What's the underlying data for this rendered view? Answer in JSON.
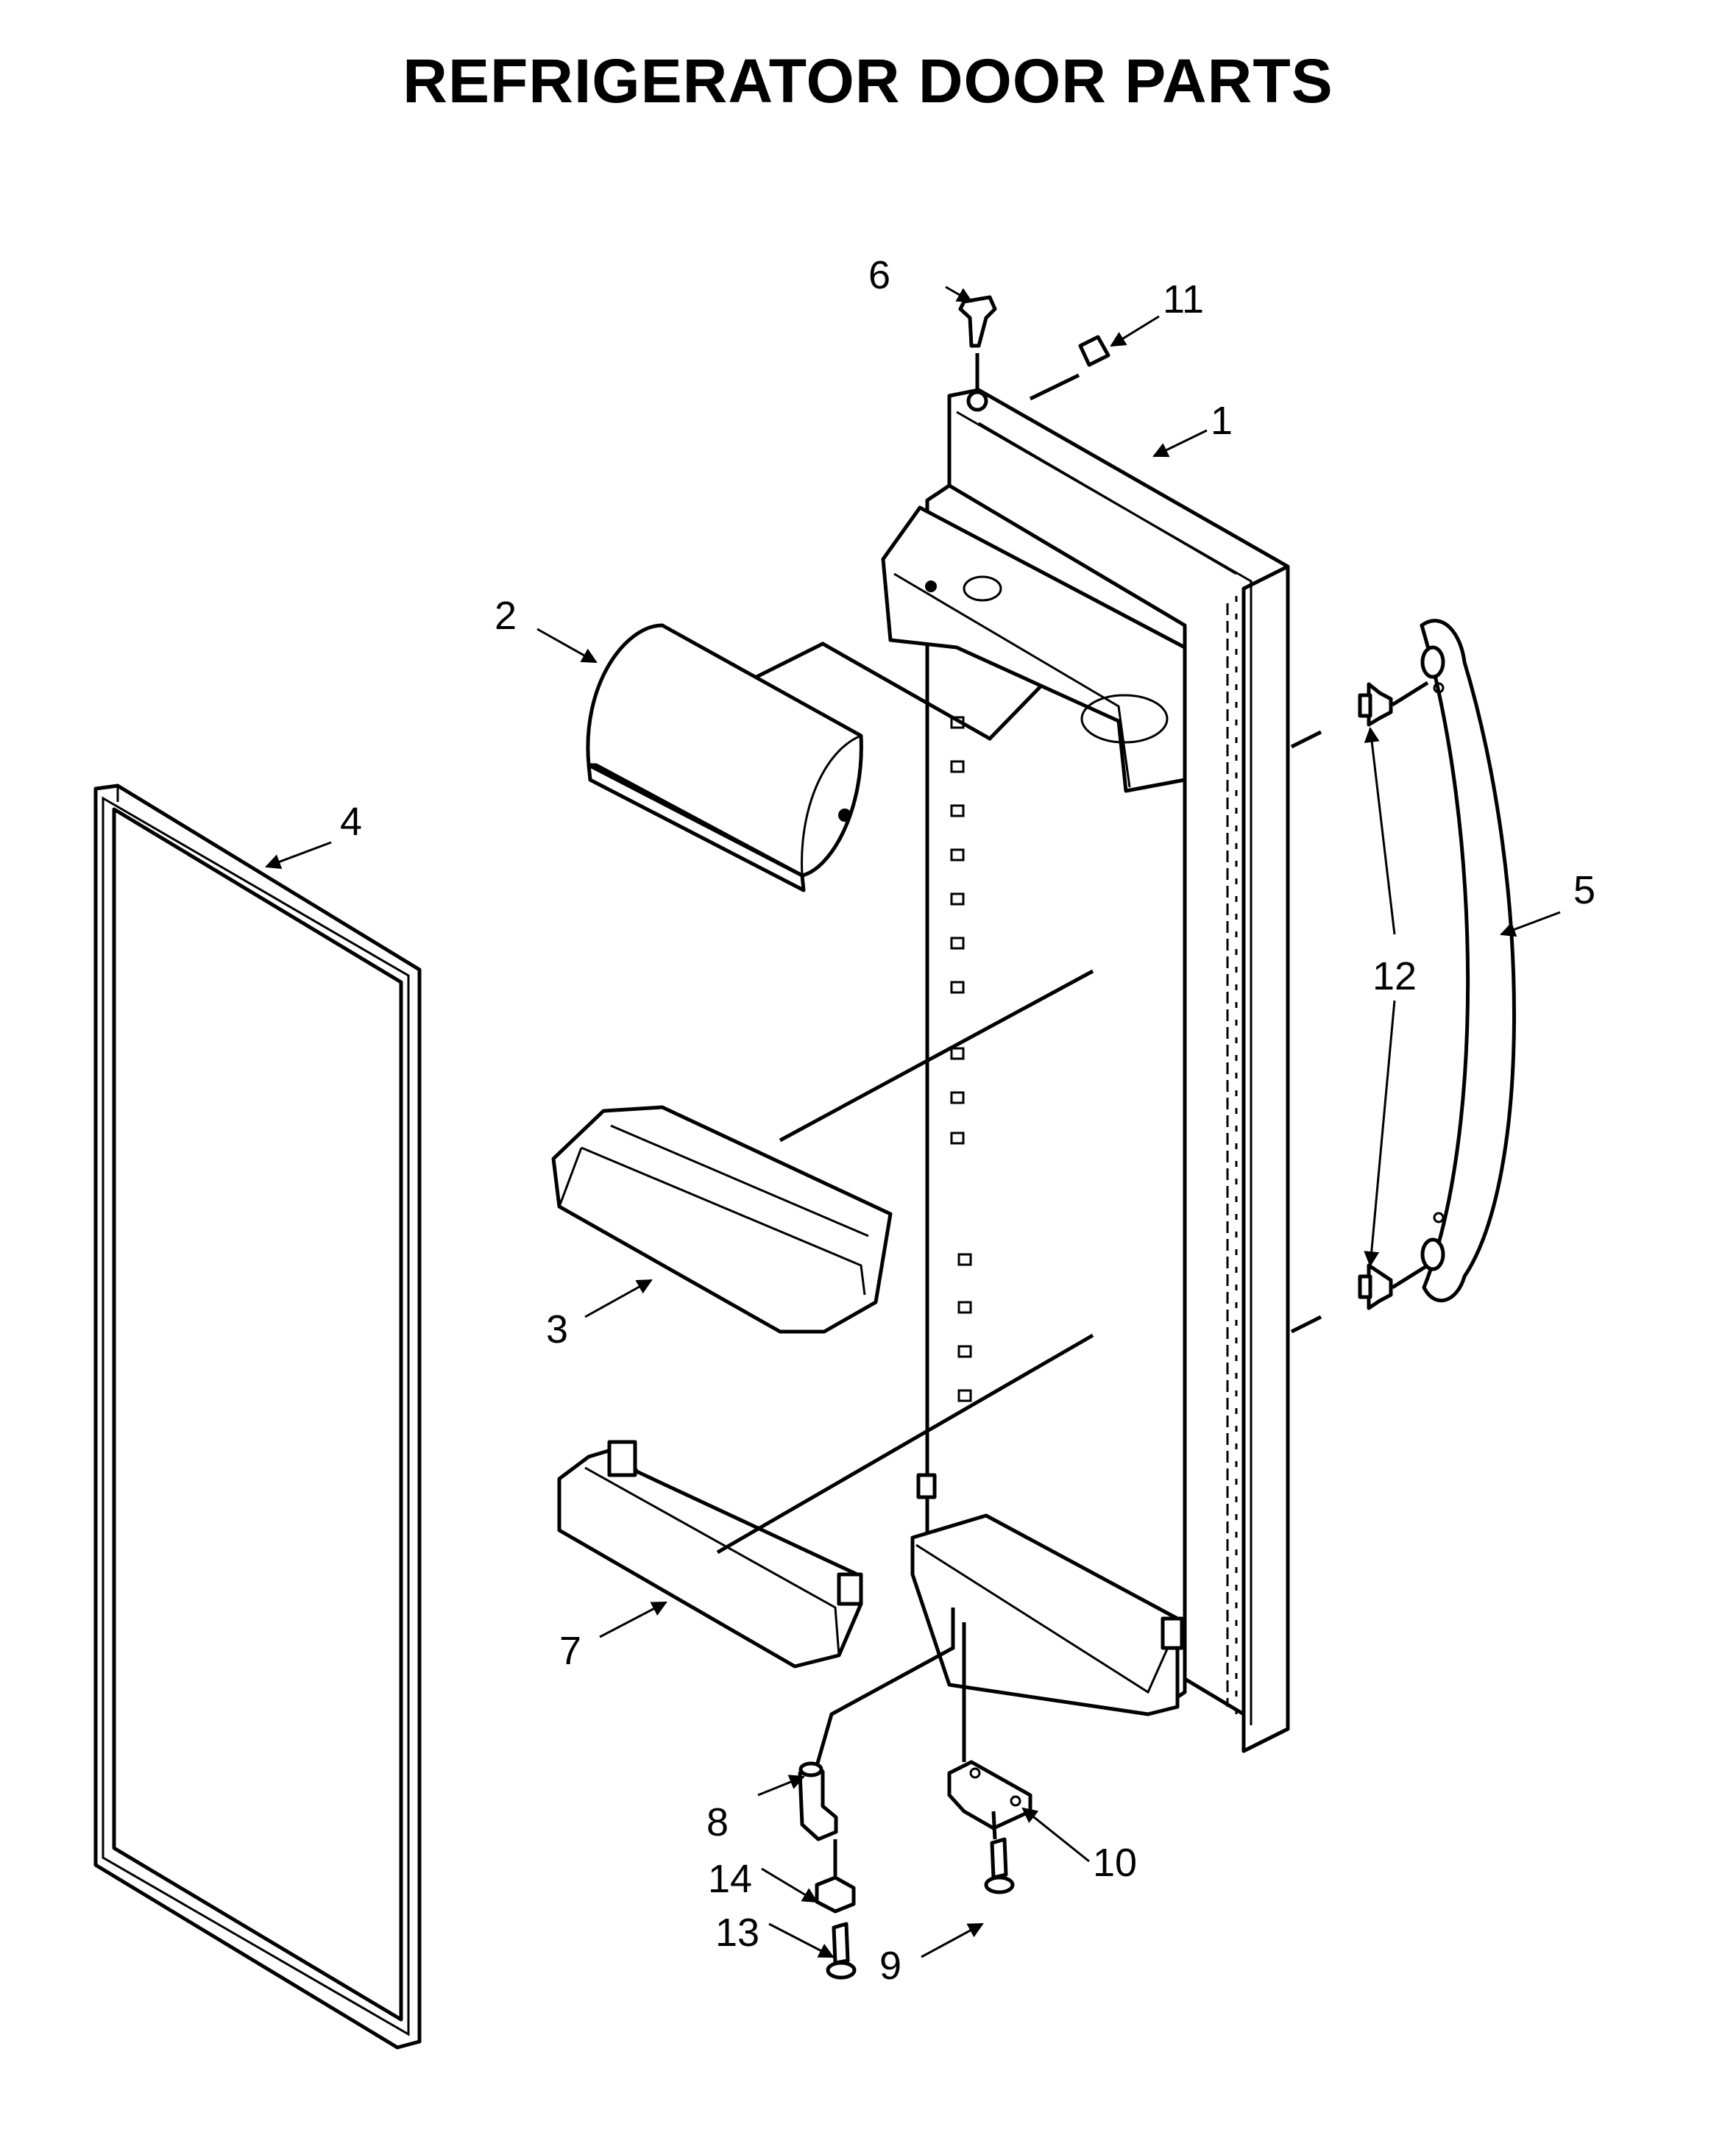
{
  "title": "REFRIGERATOR DOOR PARTS",
  "callouts": [
    {
      "id": "1",
      "text": "1"
    },
    {
      "id": "2",
      "text": "2"
    },
    {
      "id": "3",
      "text": "3"
    },
    {
      "id": "4",
      "text": "4"
    },
    {
      "id": "5",
      "text": "5"
    },
    {
      "id": "6",
      "text": "6"
    },
    {
      "id": "7",
      "text": "7"
    },
    {
      "id": "8",
      "text": "8"
    },
    {
      "id": "9",
      "text": "9"
    },
    {
      "id": "10",
      "text": "10"
    },
    {
      "id": "11",
      "text": "11"
    },
    {
      "id": "12",
      "text": "12"
    },
    {
      "id": "13",
      "text": "13"
    },
    {
      "id": "14",
      "text": "14"
    }
  ]
}
